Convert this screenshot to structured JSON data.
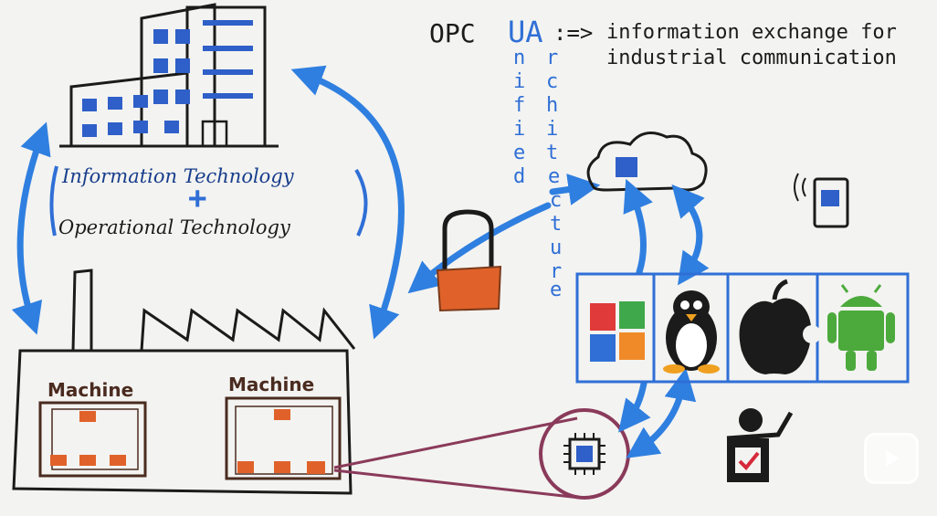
{
  "title": {
    "opc": "OPC",
    "ua": "UA",
    "arrow": ":=>",
    "line1": "information exchange for",
    "line2": "industrial communication"
  },
  "vertical_words": {
    "unified": [
      "U",
      "n",
      "i",
      "f",
      "i",
      "e",
      "d"
    ],
    "architecture": [
      "A",
      "r",
      "c",
      "h",
      "i",
      "t",
      "e",
      "c",
      "t",
      "u",
      "r",
      "e"
    ]
  },
  "it_label": "Information Technology",
  "plus": "+",
  "ot_label": "Operational Technology",
  "machines": [
    "Machine",
    "Machine"
  ],
  "colors": {
    "blue": "#2f6fd6",
    "ink": "#1b1b1b",
    "brown": "#4a2b1f",
    "orange": "#e0622a",
    "maroon": "#8a3a5a",
    "board": "#f3f3f1"
  },
  "icons": [
    "building-icon",
    "factory-icon",
    "padlock-icon",
    "cloud-icon",
    "smartphone-icon",
    "windows-icon",
    "linux-penguin-icon",
    "apple-icon",
    "android-icon",
    "chip-icon",
    "user-check-icon",
    "play-icon"
  ]
}
